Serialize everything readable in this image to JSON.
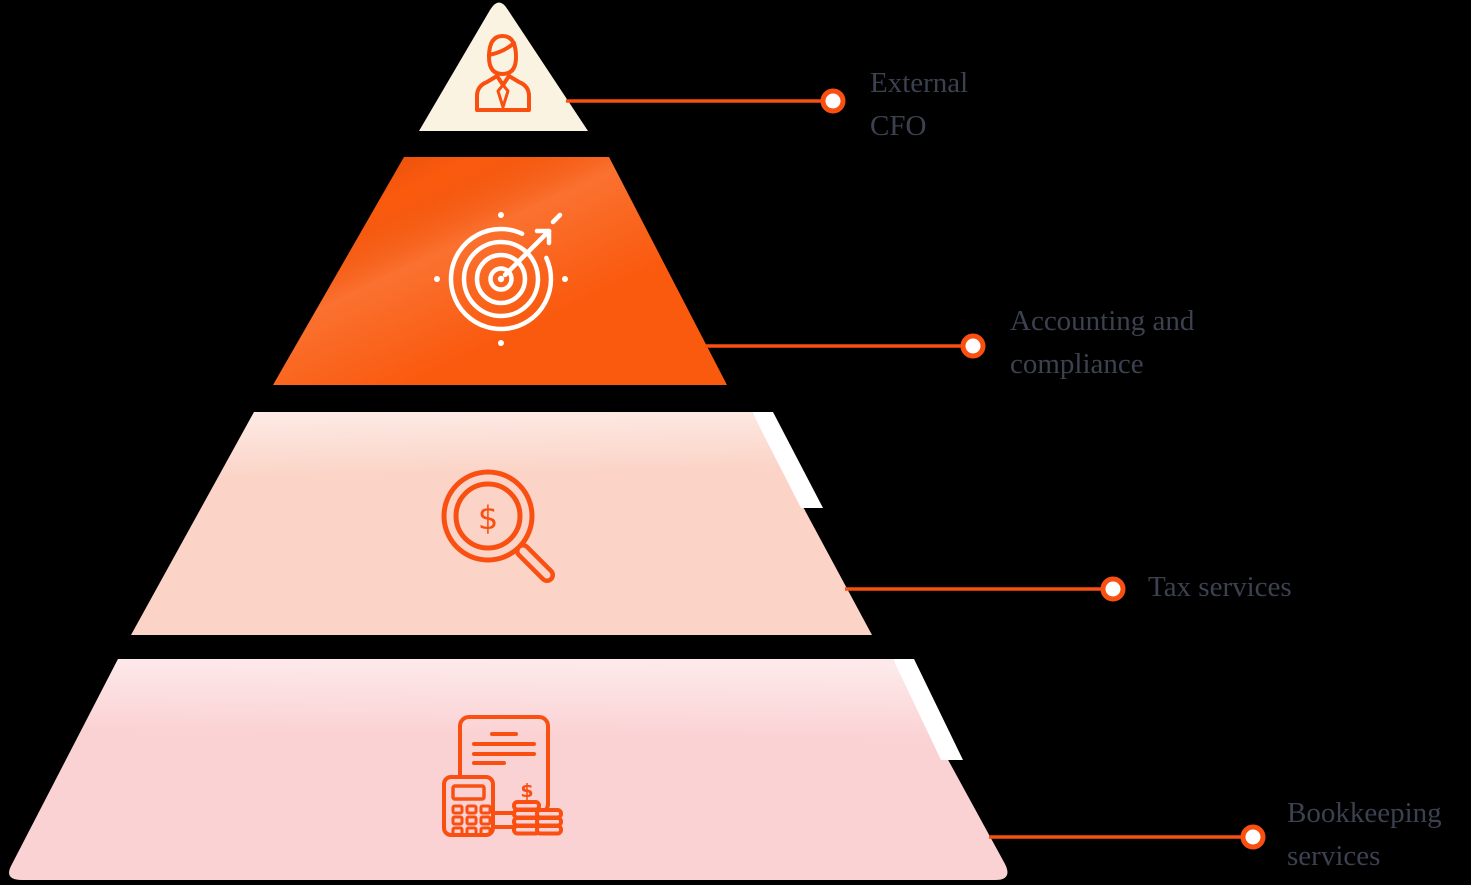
{
  "page": {
    "background": "#000000",
    "type": "pyramid-infographic"
  },
  "colors": {
    "tier1_cream": "#FAF3E2",
    "tier2_orange": "#FA5A0E",
    "tier3_peach": "#FBD4C7",
    "tier4_pink": "#FBD2D4",
    "accent_orange": "#F94F10",
    "icon_white": "#FFFFFF",
    "fold_white": "#FFFFFF",
    "marker_fill": "#FFFFFF",
    "label_text": "#3C4150"
  },
  "pyramid": {
    "tiers": [
      {
        "name": "external-cfo",
        "icon": "person-icon",
        "label": {
          "line1": "External",
          "line2": "CFO"
        }
      },
      {
        "name": "accounting-compliance",
        "icon": "target-arrow-icon",
        "label": {
          "line1": "Accounting and",
          "line2": "compliance"
        }
      },
      {
        "name": "tax-services",
        "icon": "magnifier-dollar-icon",
        "label": {
          "line1": "Tax services",
          "line2": ""
        }
      },
      {
        "name": "bookkeeping-services",
        "icon": "calculator-document-icon",
        "label": {
          "line1": "Bookkeeping",
          "line2": "services"
        }
      }
    ]
  },
  "icon_glyphs": {
    "dollar": "$"
  }
}
